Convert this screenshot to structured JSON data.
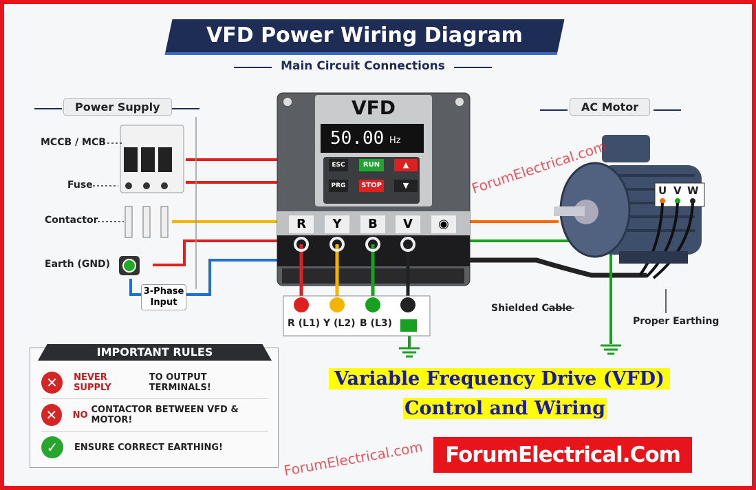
{
  "header": {
    "title": "VFD Power Wiring Diagram",
    "subtitle": "Main Circuit Connections"
  },
  "power_supply": {
    "label": "Power Supply",
    "mccb": "MCCB / MCB",
    "fuse": "Fuse",
    "contactor": "Contactor",
    "earth": "Earth (GND)",
    "input": "3-Phase Input"
  },
  "vfd": {
    "label": "VFD",
    "display": "50.00",
    "unit": "Hz",
    "buttons": {
      "esc": "ESC",
      "run": "RUN",
      "prg": "PRG",
      "stop": "STOP"
    },
    "terminals": [
      "R",
      "Y",
      "B",
      "V"
    ]
  },
  "input_terminals": [
    "R (L1)",
    "Y (L2)",
    "B (L3)"
  ],
  "motor": {
    "label": "AC Motor",
    "terminals": [
      "U",
      "V",
      "W"
    ],
    "shielded_cable": "Shielded Cable",
    "earthing": "Proper Earthing"
  },
  "rules": {
    "title": "IMPORTANT RULES",
    "items": [
      {
        "warn": "NEVER SUPPLY",
        "text": "TO OUTPUT TERMINALS!",
        "type": "cross"
      },
      {
        "warn": "NO",
        "text": "CONTACTOR BETWEEN VFD & MOTOR!",
        "type": "cross"
      },
      {
        "warn": "",
        "text": "ENSURE CORRECT EARTHING!",
        "type": "check"
      }
    ]
  },
  "caption": {
    "line1": "Variable Frequency Drive (VFD)",
    "line2": "Control and Wiring"
  },
  "brand": "ForumElectrical.Com",
  "watermark": "ForumElectrical.com",
  "colors": {
    "border": "#e8141b",
    "navy": "#1d2d55",
    "red": "#e02020",
    "yellow": "#f5b400",
    "green": "#18a021",
    "blue": "#1f6fd6"
  }
}
